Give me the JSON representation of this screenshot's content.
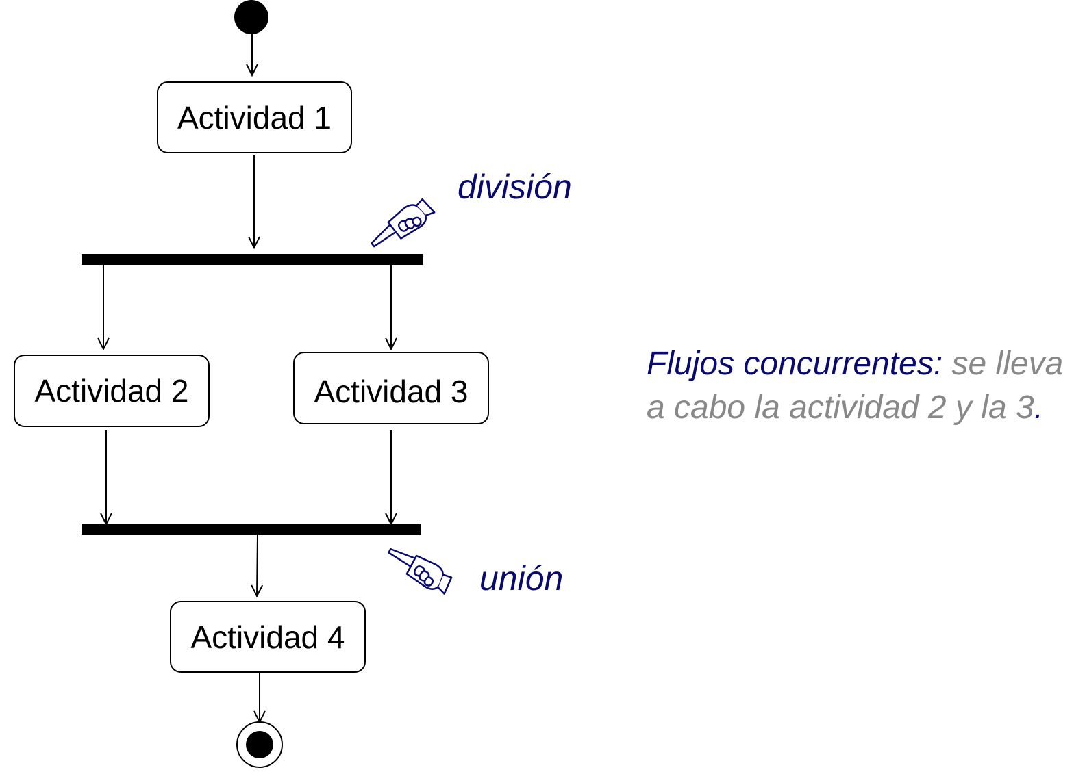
{
  "activities": [
    {
      "label": "Actividad 1"
    },
    {
      "label": "Actividad 2"
    },
    {
      "label": "Actividad 3"
    },
    {
      "label": "Actividad 4"
    }
  ],
  "notes": {
    "fork": "división",
    "join": "unión"
  },
  "description": {
    "heading": "Flujos concurrentes:",
    "body": " se lleva a cabo la actividad 2 y la 3",
    "end": "."
  },
  "colors": {
    "note": "#0a0a6e",
    "muted": "#888888",
    "line": "#000000"
  },
  "icons": [
    "pointing-hand-icon",
    "pointing-hand-icon"
  ]
}
